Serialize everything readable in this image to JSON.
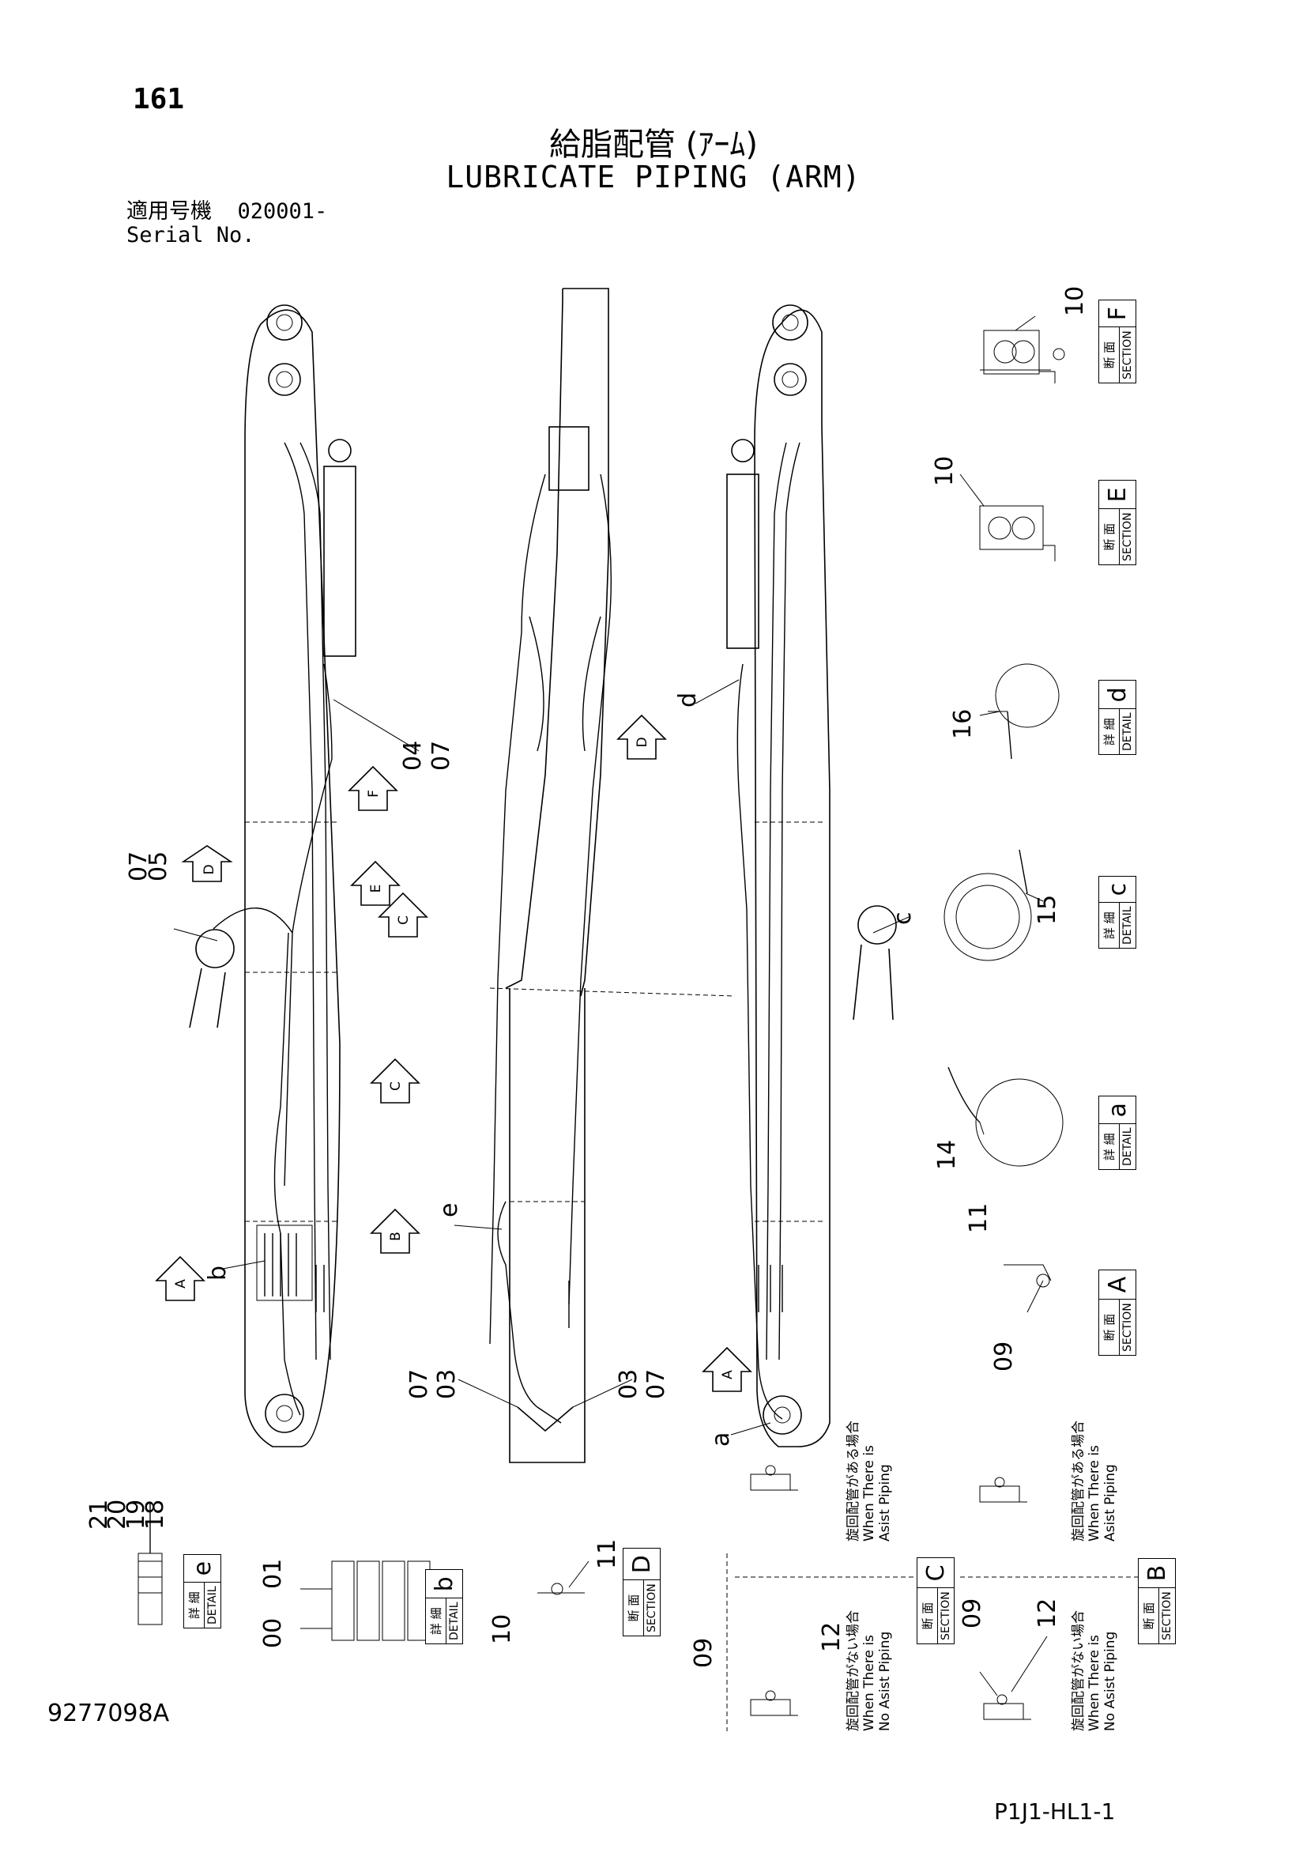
{
  "header": {
    "page_number": "161",
    "title_jp": "給脂配管 (ｱｰﾑ)",
    "title_en": "LUBRICATE PIPING (ARM)",
    "serial_label_jp": "適用号機",
    "serial_value": "020001-",
    "serial_label_en": "Serial No."
  },
  "footer": {
    "document_code": "9277098A",
    "sheet_id": "P1J1-HL1-1"
  },
  "views": {
    "section_labels": [
      {
        "id": "sec-F",
        "jp": "断 面",
        "en": "SECTION",
        "letter": "F"
      },
      {
        "id": "sec-E",
        "jp": "断 面",
        "en": "SECTION",
        "letter": "E"
      },
      {
        "id": "det-d",
        "jp": "詳 細",
        "en": "DETAIL",
        "letter": "d"
      },
      {
        "id": "det-c",
        "jp": "詳 細",
        "en": "DETAIL",
        "letter": "c"
      },
      {
        "id": "det-a",
        "jp": "詳 細",
        "en": "DETAIL",
        "letter": "a"
      },
      {
        "id": "sec-A",
        "jp": "断 面",
        "en": "SECTION",
        "letter": "A"
      },
      {
        "id": "det-e",
        "jp": "詳 細",
        "en": "DETAIL",
        "letter": "e"
      },
      {
        "id": "det-b",
        "jp": "詳 細",
        "en": "DETAIL",
        "letter": "b"
      },
      {
        "id": "sec-D",
        "jp": "断 面",
        "en": "SECTION",
        "letter": "D"
      },
      {
        "id": "sec-C",
        "jp": "断 面",
        "en": "SECTION",
        "letter": "C"
      },
      {
        "id": "sec-B",
        "jp": "断 面",
        "en": "SECTION",
        "letter": "B"
      }
    ],
    "notes": {
      "with_assist_jp": "旋回配管がある場合",
      "with_assist_en1": "When There is",
      "with_assist_en2": "Asist Piping",
      "no_assist_jp": "旋回配管がない場合",
      "no_assist_en1": "When There is",
      "no_assist_en2": "No Asist Piping"
    }
  },
  "callouts": {
    "part_numbers": [
      "00",
      "01",
      "03",
      "04",
      "05",
      "07",
      "09",
      "10",
      "11",
      "12",
      "14",
      "15",
      "16",
      "18",
      "19",
      "20",
      "21"
    ],
    "view_arrows": [
      "A",
      "B",
      "C",
      "D",
      "E",
      "F"
    ],
    "detail_letters": [
      "a",
      "b",
      "c",
      "d",
      "e"
    ]
  }
}
